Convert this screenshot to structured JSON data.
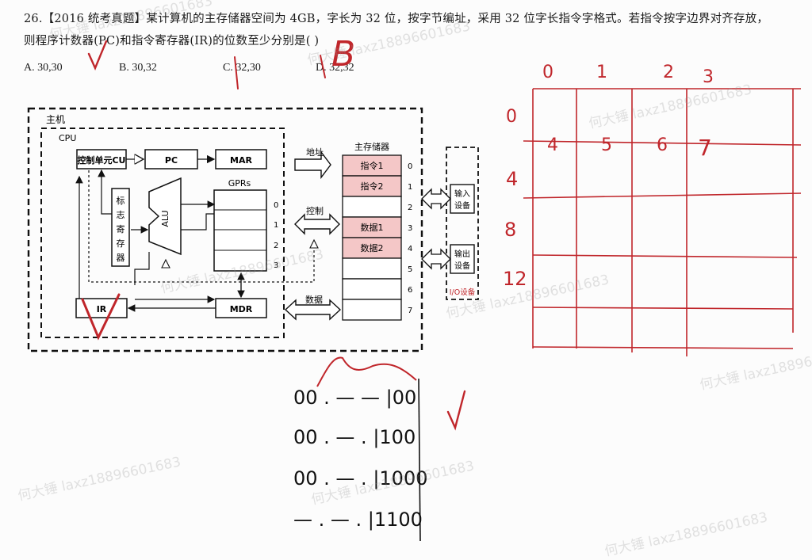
{
  "question": {
    "line1": "26.【2016 统考真题】某计算机的主存储器空间为 4GB，字长为 32 位，按字节编址，采用 32  位字长指令字格式。若指令按字边界对齐存放，",
    "line2": "则程序计数器(PC)和指令寄存器(IR)的位数至少分别是(      )"
  },
  "options": [
    {
      "label": "A. 30,30"
    },
    {
      "label": "B. 30,32"
    },
    {
      "label": "C. 32,30"
    },
    {
      "label": "D. 32,32"
    }
  ],
  "diagram": {
    "host_label": "主机",
    "cpu_label": "CPU",
    "cu_label": "控制单元CU",
    "pc_label": "PC",
    "mar_label": "MAR",
    "flag_reg_label": "标志寄存器",
    "alu_label": "ALU",
    "gprs_label": "GPRs",
    "gpr_indices": [
      "0",
      "1",
      "2",
      "3"
    ],
    "ir_label": "IR",
    "mdr_label": "MDR",
    "address_bus_label": "地址",
    "control_bus_label": "控制",
    "data_bus_label": "数据",
    "memory_label": "主存储器",
    "memory_cells": [
      {
        "label": "指令1",
        "index": "0",
        "color": "#f4c7c7"
      },
      {
        "label": "指令2",
        "index": "1",
        "color": "#f4c7c7"
      },
      {
        "label": "",
        "index": "2",
        "color": "#ffffff"
      },
      {
        "label": "数据1",
        "index": "3",
        "color": "#f4c7c7"
      },
      {
        "label": "数据2",
        "index": "4",
        "color": "#f4c7c7"
      },
      {
        "label": "",
        "index": "5",
        "color": "#ffffff"
      },
      {
        "label": "",
        "index": "6",
        "color": "#ffffff"
      },
      {
        "label": "",
        "index": "7",
        "color": "#ffffff"
      }
    ],
    "input_device_label": "输入设备",
    "output_device_label": "输出设备",
    "io_label": "I/O设备"
  },
  "annotations": {
    "answer_letter": "B",
    "grid_col_labels": [
      "0",
      "1",
      "2",
      "3"
    ],
    "grid_row_labels": [
      "0",
      "4",
      "8",
      "12"
    ],
    "grid_inner_labels": [
      "4",
      "5",
      "6",
      "7"
    ],
    "binary_rows": [
      "00 . — — |00",
      "00 . — . |100",
      "00 . — . |1000",
      "— . — . |1100"
    ]
  },
  "watermark_text": "何大锤 laxz18896601683",
  "colors": {
    "ink": "#1a1a1a",
    "pen_red": "#c0262b",
    "pen_black": "#111111",
    "cell_pink": "#f4c7c7"
  }
}
